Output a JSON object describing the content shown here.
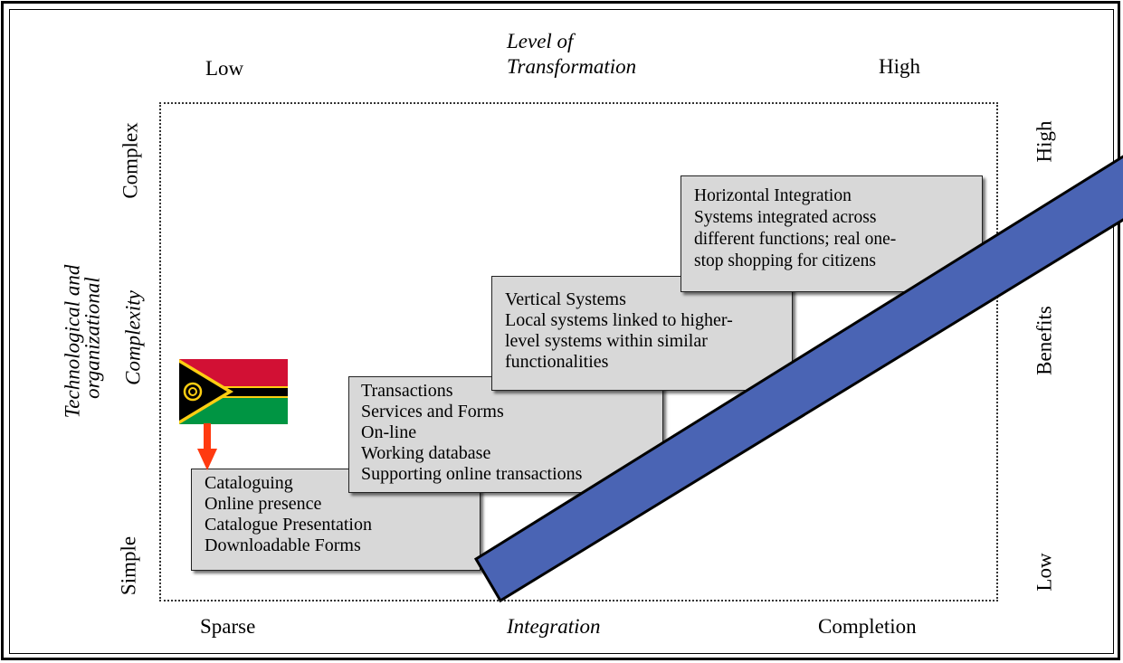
{
  "top_axis": {
    "title_line1": "Level of",
    "title_line2": "Transformation",
    "low": "Low",
    "high": "High"
  },
  "left_axis": {
    "title_line1": "Technological and",
    "title_line2": "organizational",
    "title_line3": "Complexity",
    "complex": "Complex",
    "simple": "Simple"
  },
  "right_axis": {
    "high": "High",
    "title": "Benefits",
    "low": "Low"
  },
  "bottom_axis": {
    "sparse": "Sparse",
    "integration": "Integration",
    "completion": "Completion"
  },
  "stages": {
    "cataloguing": [
      "Cataloguing",
      "Online presence",
      "Catalogue Presentation",
      "Downloadable Forms"
    ],
    "transactions": [
      "Transactions",
      "Services and Forms",
      "On-line",
      "Working database",
      "Supporting online transactions"
    ],
    "vertical": [
      "Vertical Systems",
      "Local systems linked to higher-",
      "level systems within similar",
      "functionalities"
    ],
    "horizontal": [
      "Horizontal Integration",
      "Systems integrated across",
      "different functions; real one-",
      "stop shopping for citizens"
    ]
  },
  "colors": {
    "band_fill": "#4a64b4",
    "band_stroke": "#000000",
    "arrow": "#ff3a10",
    "box_fill": "#d8d8d8",
    "flag_red": "#d21034",
    "flag_green": "#009543",
    "flag_black": "#000000",
    "flag_gold": "#fdce12"
  },
  "icons": {
    "flag": "vanuatu-flag-icon",
    "arrow": "down-arrow-icon"
  }
}
